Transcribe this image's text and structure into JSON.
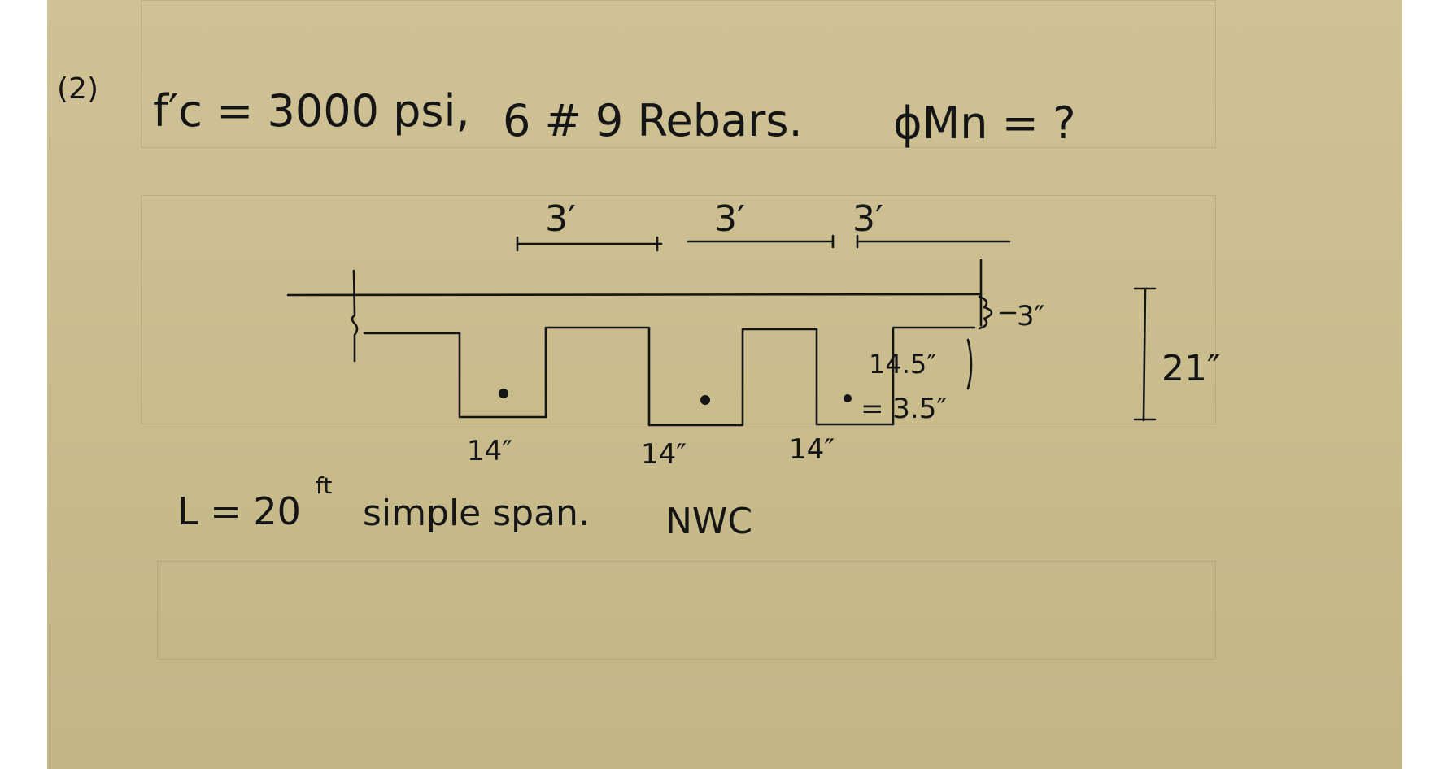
{
  "page": {
    "background_color": "#c8bb8c",
    "ink_color": "#151515"
  },
  "problem": {
    "number": "(2)",
    "concrete_strength": "f′c = 3000 psi,",
    "rebars": "6 # 9  Rebars.",
    "question": "ϕMn = ?"
  },
  "section": {
    "spacing_labels": [
      "3′",
      "3′",
      "3′"
    ],
    "slab_thickness": "3″",
    "total_depth": "21″",
    "web_widths": [
      "14″",
      "14″",
      "14″"
    ],
    "stem_top_width": "14.5″",
    "stem_taper": "= 3.5″",
    "rebar_dots": 3
  },
  "span": {
    "text": "L = 20",
    "unit": "ft",
    "description": "simple span.",
    "concrete_type": "NWC"
  }
}
